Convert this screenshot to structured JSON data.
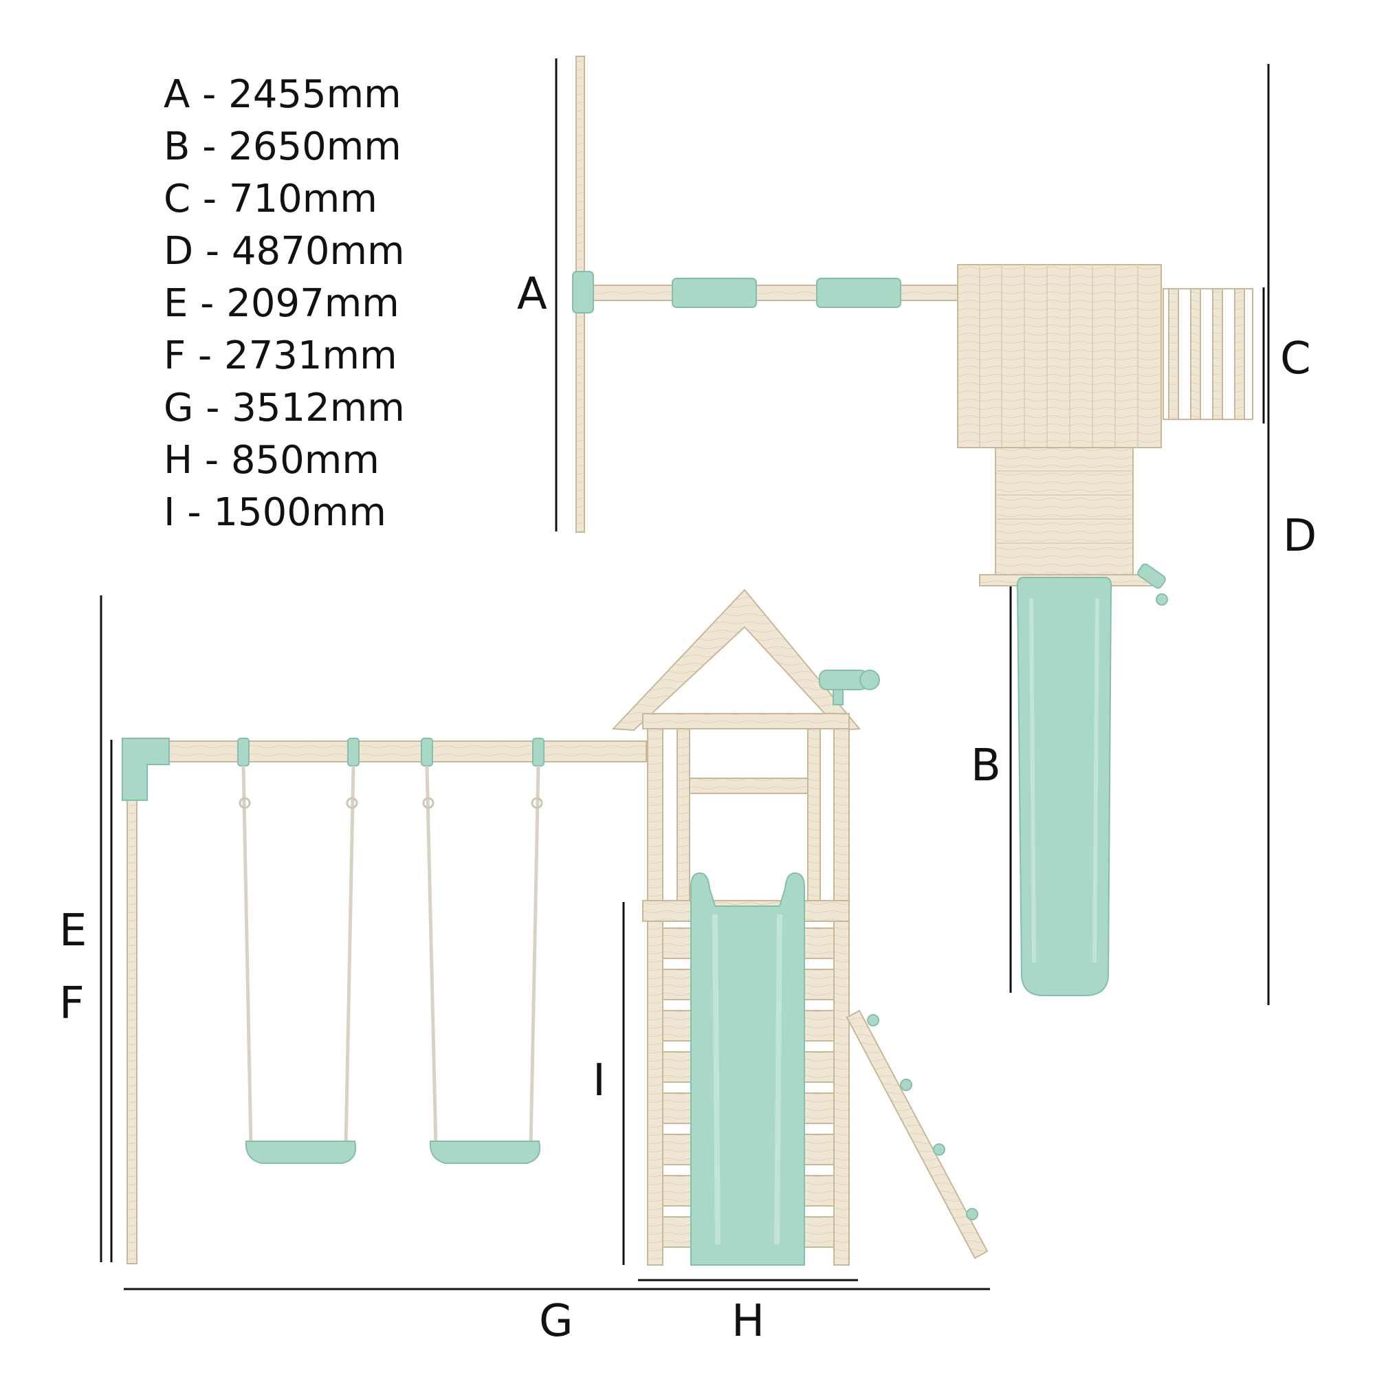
{
  "legend": [
    "A - 2455mm",
    "B - 2650mm",
    "C - 710mm",
    "D - 4870mm",
    "E - 2097mm",
    "F - 2731mm",
    "G - 3512mm",
    "H - 850mm",
    "I - 1500mm"
  ],
  "labels": {
    "a": "A",
    "b": "B",
    "c": "C",
    "d": "D",
    "e": "E",
    "f": "F",
    "g": "G",
    "h": "H",
    "i": "I"
  },
  "colors": {
    "wood": "#efe6d4",
    "wood_stroke": "#c9b898",
    "mint": "#a9d8c6",
    "mint_dark": "#86bfa9",
    "line": "#111111"
  }
}
